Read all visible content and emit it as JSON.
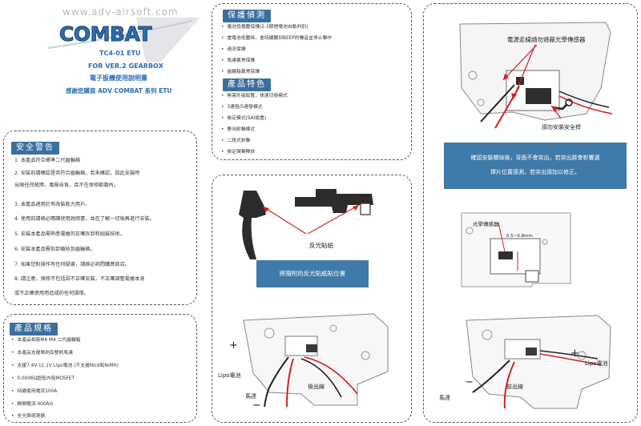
{
  "brand": {
    "watermark": "www.adv-airsoft.com",
    "logo": "COMBAT",
    "model": "TC4-01 ETU",
    "subtitle": "FOR VER.2 GEARBOX",
    "manual_title": "電子扳機使用說明書",
    "thanks": "感謝您購買 ADV COMBAT 系列 ETU"
  },
  "safety": {
    "title": "安全警告",
    "items": [
      "1. 本產品符合標準二代齒輪箱",
      "2. 安裝前請確認是否符合齒輪箱，若未確認，因此安裝時",
      "出現任何故障，風險自負，且不在保修範圍內。",
      "3. 本產品適用於有改裝能力用戶。",
      "4. 使用前請務必閱讀使用說明書，並在了解一切後再進行安裝。",
      "5. 安裝本產品需熟悉電槍的正確拆卸和組裝技術。",
      "6. 安裝本產品需拆卸槍枝及齒輪箱。",
      "7. 如果您對操作有任何疑慮，請務必詢問購買商店。",
      "8. 請注意，保修不包括因不正確安裝，不正確調整電槍本身",
      "或不正確使用而造成的任何損壞。"
    ]
  },
  "specs": {
    "title": "產品規格",
    "items": [
      "本產品相容M4 M4 二代齒輪箱",
      "本產品支援單刷及雙刷馬達",
      "支援7.4V-11.1V Lipo電池 (不支援Nicd和NiMH)",
      "0.0006Ω超低內阻MOSFET",
      "持續使用電流100A",
      "瞬間電流 400A/s",
      "全光學感測器"
    ]
  },
  "protection": {
    "title": "保護偵測",
    "items": [
      "電池低電壓保護(2-3節鋰電池自動判別)",
      "當電池低壓時，會持續聽到BEEP的聲音並停止擊作",
      "過流保護",
      "馬達異常保護",
      "齒輪箱異常保護"
    ]
  },
  "features": {
    "title": "產品特色",
    "items": [
      "無需外接設置，快速切換模式",
      "3連發/5連發模式",
      "後定模式(SAI設置)",
      "雙向射擊模式",
      "二段式射擊",
      "後定彈簧釋放"
    ]
  },
  "sticker_panel": {
    "label": "反光貼紙",
    "instruction": "將隨附的反光貼紙貼位置",
    "plus": "+",
    "minus": "−",
    "lipo_label": "Lipo電池",
    "motor_label": "馬達",
    "wire_label": "後出線"
  },
  "install_panel": {
    "note_top": "電源走線請勿遮蔽光學傳感器",
    "screw_label": "請勿安裝安全桿",
    "instruction_line1": "確認安裝螺絲後，背面不會突出，若突出將會影響選",
    "instruction_line2": "擇片位置感測，若突出請加以修正。",
    "sensor_label": "光學傳感器",
    "sensor_dim": "0.5~0.8mm",
    "plus": "+",
    "minus": "−",
    "lipo_label": "Lipo電池",
    "motor_label": "馬達",
    "wire_label": "前出線"
  },
  "colors": {
    "header_blue": "#3b6f9e",
    "box_blue": "#3f7aa8",
    "wire_red": "#d32020",
    "logo_blue": "#2f6db0"
  }
}
